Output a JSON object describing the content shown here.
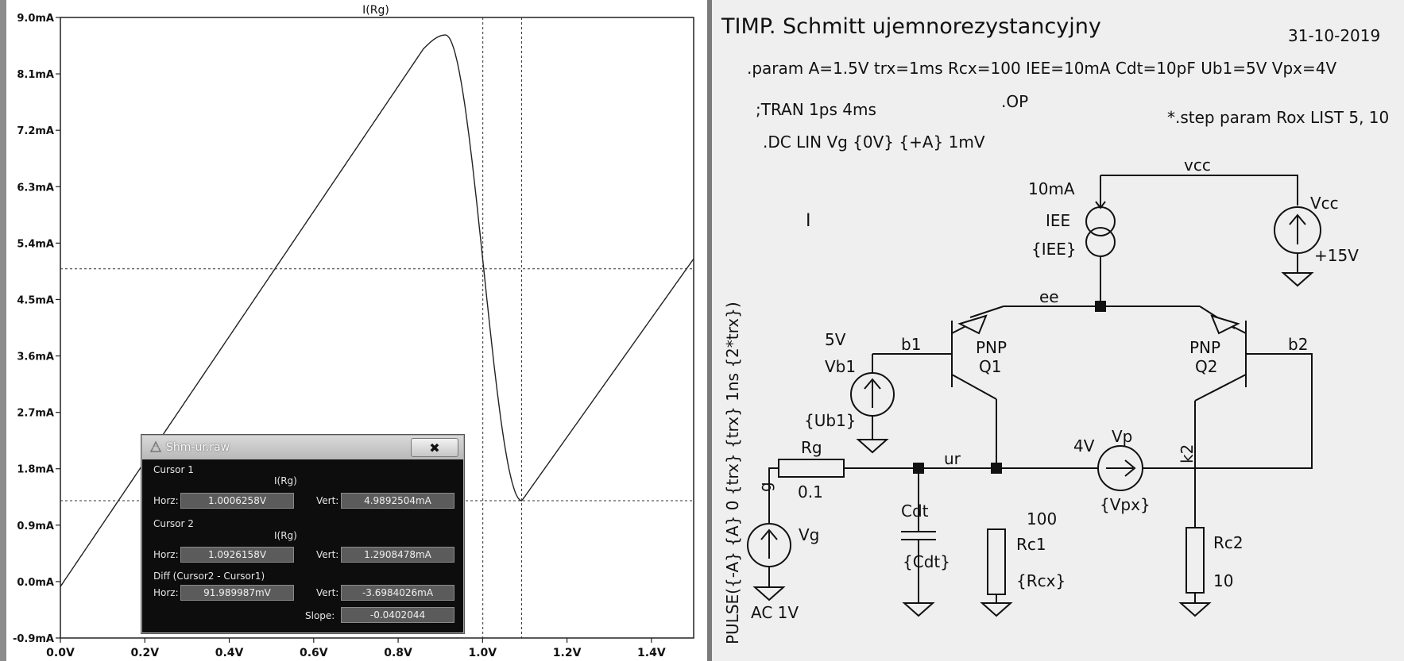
{
  "plot": {
    "trace_title": "I(Rg)",
    "y_ticks": [
      "9.0mA",
      "8.1mA",
      "7.2mA",
      "6.3mA",
      "5.4mA",
      "4.5mA",
      "3.6mA",
      "2.7mA",
      "1.8mA",
      "0.9mA",
      "0.0mA",
      "-0.9mA"
    ],
    "x_ticks": [
      "0.0V",
      "0.2V",
      "0.4V",
      "0.6V",
      "0.8V",
      "1.0V",
      "1.2V",
      "1.4V"
    ],
    "x_range_v": [
      0.0,
      1.5
    ],
    "y_range_ma": [
      -0.9,
      9.0
    ],
    "cursor1": {
      "x_v": 1.0006258,
      "y_ma": 4.9892504
    },
    "cursor2": {
      "x_v": 1.0926158,
      "y_ma": 1.2908478
    }
  },
  "dialog": {
    "title": "Shm-ur.raw",
    "close_label": "✖",
    "cursor1_label": "Cursor 1",
    "cursor1_trace": "I(Rg)",
    "cursor1_horz": "1.0006258V",
    "cursor1_vert": "4.9892504mA",
    "cursor2_label": "Cursor 2",
    "cursor2_trace": "I(Rg)",
    "cursor2_horz": "1.0926158V",
    "cursor2_vert": "1.2908478mA",
    "diff_label": "Diff (Cursor2 - Cursor1)",
    "diff_horz": "91.989987mV",
    "diff_vert": "-3.6984026mA",
    "slope_label": "Slope:",
    "slope": "-0.0402044",
    "horz_label": "Horz:",
    "vert_label": "Vert:"
  },
  "schematic": {
    "title": "TIMP. Schmitt ujemnorezystancyjny",
    "date": "31-10-2019",
    "param": ".param  A=1.5V trx=1ms  Rcx=100 IEE=10mA Cdt=10pF Ub1=5V Vpx=4V",
    "tran": ";TRAN 1ps 4ms",
    "op": ".OP",
    "step": "*.step param Rox LIST 5, 10",
    "dc": ".DC LIN Vg {0V} {+A} 1mV",
    "cursor_glyph": "I",
    "labels": {
      "vcc": "vcc",
      "iee_value": "10mA",
      "iee_name": "IEE",
      "iee_param": "{IEE}",
      "vcc_name": "Vcc",
      "vcc_value": "+15V",
      "ee": "ee",
      "vb1_value": "5V",
      "b1": "b1",
      "q1_type": "PNP",
      "q1_name": "Q1",
      "q2_type": "PNP",
      "q2_name": "Q2",
      "b2": "b2",
      "vb1_name": "Vb1",
      "vb1_param": "{Ub1}",
      "rg_name": "Rg",
      "rg_value": "0.1",
      "ur": "ur",
      "vp_value": "4V",
      "vp_name": "Vp",
      "vp_param": "{Vpx}",
      "k2": "k2",
      "g": "g",
      "cdt_name": "Cdt",
      "cdt_param": "{Cdt}",
      "rc1_value": "100",
      "rc1_name": "Rc1",
      "rc1_param": "{Rcx}",
      "rc2_name": "Rc2",
      "rc2_value": "10",
      "vg_name": "Vg",
      "vg_ac": "AC 1V",
      "pulse": "PULSE({-A} {A} 0 {trx} {trx} 1ns {2*trx})"
    }
  }
}
